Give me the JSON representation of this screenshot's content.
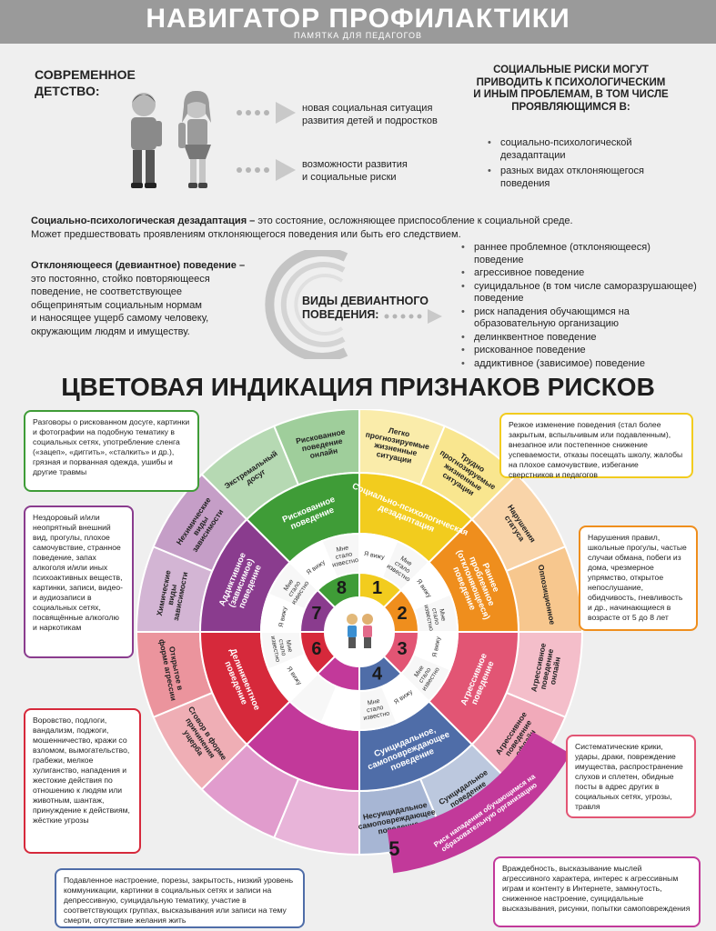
{
  "header": {
    "title": "НАВИГАТОР ПРОФИЛАКТИКИ",
    "subtitle": "ПАМЯТКА ДЛЯ ПЕДАГОГОВ"
  },
  "childhood": {
    "title_line1": "СОВРЕМЕННОЕ",
    "title_line2": "ДЕТСТВО:",
    "arrow1_line1": "новая социальная ситуация",
    "arrow1_line2": "развития детей и подростков",
    "arrow2_line1": "возможности развития",
    "arrow2_line2": "и социальные риски"
  },
  "risks": {
    "title_line1": "СОЦИАЛЬНЫЕ РИСКИ МОГУТ",
    "title_line2": "ПРИВОДИТЬ К ПСИХОЛОГИЧЕСКИМ",
    "title_line3": "И ИНЫМ ПРОБЛЕМАМ, В ТОМ ЧИСЛЕ",
    "title_line4": "ПРОЯВЛЯЮЩИМСЯ В:",
    "items": [
      "социально-психологической дезадаптации",
      "разных видах отклоняющегося поведения"
    ]
  },
  "definitions": {
    "maladaptation_term": "Социально-психологическая дезадаптация –",
    "maladaptation_text": " это состояние, осложняющее приспособление к социальной среде.",
    "maladaptation_text2": "Может предшествовать проявлениям отклоняющегося поведения или быть его следствием.",
    "deviant_term": "Отклоняющееся (девиантное) поведение –",
    "deviant_lines": [
      "это постоянно, стойко повторяющееся",
      "поведение, не соответствующее",
      "общепринятым социальным нормам",
      "и наносящее ущерб самому человеку,",
      "окружающим людям и имуществу."
    ]
  },
  "deviant_types": {
    "title_line1": "ВИДЫ ДЕВИАНТНОГО",
    "title_line2": "ПОВЕДЕНИЯ:",
    "items": [
      "раннее проблемное (отклоняющееся) поведение",
      "агрессивное поведение",
      "суицидальное (в том числе саморазрушающее) поведение",
      "риск нападения обучающимся на образовательную организацию",
      "делинквентное поведение",
      "рискованное поведение",
      "аддиктивное (зависимое) поведение"
    ]
  },
  "section_title": "ЦВЕТОВАЯ ИНДИКАЦИЯ ПРИЗНАКОВ РИСКОВ",
  "wheel": {
    "center_numbers": [
      "1",
      "2",
      "3",
      "4",
      "5",
      "6",
      "7",
      "8"
    ],
    "inner_labels": [
      "Я вижу",
      "Мне стало известно"
    ],
    "middle": [
      "Социально-психологическая дезадаптация",
      "Раннее проблемное (отклоняющееся) поведение",
      "Агрессивное поведение",
      "Суицидальное, самоповреждающее поведение",
      "Риск нападения обучающимся на образовательную организацию",
      "Делинквентное поведение",
      "Аддиктивное (зависимое) поведение",
      "Рискованное поведение"
    ],
    "outer": [
      "Легко прогнозируемые жизненные ситуации",
      "Трудно прогнозируемые жизненные ситуации",
      "Нарушения статуса",
      "Оппозиционное",
      "Агрессивное поведение онлайн",
      "Агрессивное поведение офлайн",
      "Суицидальное поведение",
      "Несуицидальное самоповреждающее поведение",
      "Сговор в форме причинения ущерба",
      "Открытое в форме агрессии",
      "Химические виды зависимости",
      "Нехимические виды зависимости",
      "Экстремальный досуг",
      "Рискованное поведение онлайн"
    ]
  },
  "boxes": {
    "green": "Разговоры о рискованном досуге, картинки и фотографии на подобную тематику в социальных сетях, употребление сленга («зацеп», «диггить», «сталкить» и др.), грязная и порванная одежда, ушибы и другие травмы",
    "yellow": "Резкое изменение поведения (стал более закрытым, вспыльчивым или подавленным), внезапное или постепенное снижение успеваемости, отказы посещать школу, жалобы на плохое самочувствие, избегание сверстников и педагогов",
    "purple": "Нездоровый и/или неопрятный внешний вид, прогулы, плохое самочувствие, странное поведение, запах алкоголя и/или иных психоактивных веществ, картинки, записи, видео- и аудиозаписи в социальных сетях, посвящённые алкоголю и наркотикам",
    "orange": "Нарушения правил, школьные прогулы, частые случаи обмана, побеги из дома, чрезмерное упрямство, открытое непослушание, обидчивость, гневливость и др., начинающиеся в возрасте от 5 до 8 лет",
    "red": "Воровство, подлоги, вандализм, поджоги, мошенничество, кражи со взломом, вымогательство, грабежи, мелкое хулиганство, нападения и жестокие действия по отношению к людям или животным, шантаж, принуждение к действиям, жёсткие угрозы",
    "pink": "Систематические крики, удары, драки, повреждение имущества, распространение слухов и сплетен, обидные посты в адрес других в социальных сетях, угрозы, травля",
    "blue": "Подавленное настроение, порезы, закрытость, низкий уровень коммуникации, картинки в социальных сетях и записи на депрессивную, суицидальную тематику, участие в соответствующих группах, высказывания или записи на тему смерти, отсутствие желания жить",
    "magenta": "Враждебность, высказывание мыслей агрессивного характера, интерес к агрессивным играм и контенту в Интернете, замкнутость, сниженное настроение, суицидальные высказывания, рисунки, попытки самоповреждения"
  },
  "colors": {
    "yellow": "#f2cc1e",
    "orange": "#ef8e1d",
    "pink": "#e25574",
    "blue": "#4f6da8",
    "magenta": "#c2399a",
    "red": "#d6293b",
    "purple": "#8a3c8e",
    "green": "#3f9c37"
  }
}
